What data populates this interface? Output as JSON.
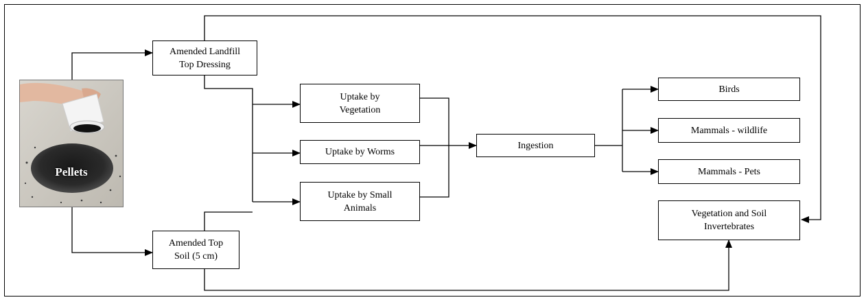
{
  "photo": {
    "label": "Pellets"
  },
  "boxes": {
    "landfill": {
      "line1": "Amended Landfill",
      "line2": "Top Dressing"
    },
    "topsoil": {
      "line1": "Amended Top",
      "line2": "Soil (5 cm)"
    },
    "veg_uptake": {
      "line1": "Uptake by",
      "line2": "Vegetation"
    },
    "worms": {
      "label": "Uptake by Worms"
    },
    "small_animals": {
      "line1": "Uptake by Small",
      "line2": "Animals"
    },
    "ingestion": {
      "label": "Ingestion"
    },
    "birds": {
      "label": "Birds"
    },
    "mammals_wildlife": {
      "label": "Mammals - wildlife"
    },
    "mammals_pets": {
      "label": "Mammals - Pets"
    },
    "veg_soil": {
      "line1": "Vegetation and Soil",
      "line2": "Invertebrates"
    }
  }
}
